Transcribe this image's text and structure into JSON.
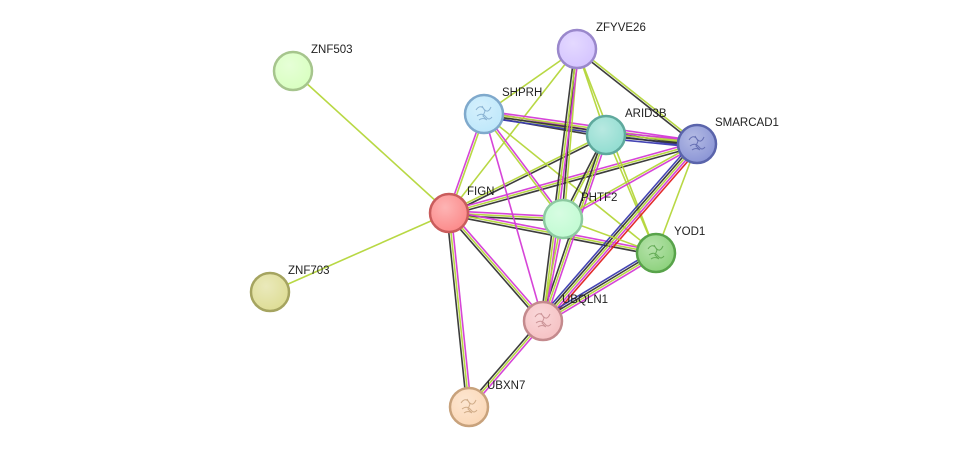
{
  "nodes": [
    {
      "id": "ZNF503",
      "label": "ZNF503",
      "fill": "#d9ffc1",
      "stroke": "#a6c58d",
      "glyph": ""
    },
    {
      "id": "ZFYVE26",
      "label": "ZFYVE26",
      "fill": "#d5c5ff",
      "stroke": "#9a88cc",
      "glyph": ""
    },
    {
      "id": "SHPRH",
      "label": "SHPRH",
      "fill": "#bfe8fb",
      "stroke": "#7fa9cc",
      "glyph": "protein-structure-icon"
    },
    {
      "id": "ARID3B",
      "label": "ARID3B",
      "fill": "#92ddd1",
      "stroke": "#5fa99d",
      "glyph": ""
    },
    {
      "id": "SMARCAD1",
      "label": "SMARCAD1",
      "fill": "#8c96d6",
      "stroke": "#5a64ab",
      "glyph": "protein-structure-icon"
    },
    {
      "id": "FIGN",
      "label": "FIGN",
      "fill": "#fc8b8b",
      "stroke": "#c95c5c",
      "glyph": ""
    },
    {
      "id": "PHTF2",
      "label": "PHTF2",
      "fill": "#c2fbd3",
      "stroke": "#8ccaa0",
      "glyph": ""
    },
    {
      "id": "YOD1",
      "label": "YOD1",
      "fill": "#8ed27e",
      "stroke": "#58a34a",
      "glyph": "protein-structure-icon"
    },
    {
      "id": "ZNF703",
      "label": "ZNF703",
      "fill": "#dedd96",
      "stroke": "#a5a460",
      "glyph": ""
    },
    {
      "id": "UBQLN1",
      "label": "UBQLN1",
      "fill": "#f6c2c4",
      "stroke": "#c48a8d",
      "glyph": "protein-structure-icon"
    },
    {
      "id": "UBXN7",
      "label": "UBXN7",
      "fill": "#fbd8b8",
      "stroke": "#c8a27c",
      "glyph": "protein-structure-icon"
    }
  ],
  "edge_colors": {
    "experiments": "#d43bd6",
    "databases": "#3bc4cf",
    "textmining": "#b4d63a",
    "coexpression": "#333333",
    "fusion": "#e02020",
    "homology": "#3b3bb0"
  },
  "edges": [
    {
      "source": "ZNF503",
      "target": "FIGN",
      "evidence": [
        "textmining"
      ]
    },
    {
      "source": "ZNF703",
      "target": "FIGN",
      "evidence": [
        "textmining"
      ]
    },
    {
      "source": "FIGN",
      "target": "SHPRH",
      "evidence": [
        "experiments",
        "textmining"
      ]
    },
    {
      "source": "FIGN",
      "target": "ZFYVE26",
      "evidence": [
        "textmining"
      ]
    },
    {
      "source": "FIGN",
      "target": "ARID3B",
      "evidence": [
        "textmining",
        "coexpression"
      ]
    },
    {
      "source": "FIGN",
      "target": "SMARCAD1",
      "evidence": [
        "experiments",
        "textmining",
        "coexpression"
      ]
    },
    {
      "source": "FIGN",
      "target": "PHTF2",
      "evidence": [
        "experiments",
        "textmining",
        "coexpression"
      ]
    },
    {
      "source": "FIGN",
      "target": "YOD1",
      "evidence": [
        "experiments",
        "textmining",
        "coexpression"
      ]
    },
    {
      "source": "FIGN",
      "target": "UBQLN1",
      "evidence": [
        "experiments",
        "textmining",
        "coexpression"
      ]
    },
    {
      "source": "FIGN",
      "target": "UBXN7",
      "evidence": [
        "experiments",
        "textmining",
        "coexpression"
      ]
    },
    {
      "source": "SHPRH",
      "target": "ZFYVE26",
      "evidence": [
        "textmining"
      ]
    },
    {
      "source": "SHPRH",
      "target": "ARID3B",
      "evidence": [
        "experiments",
        "textmining",
        "coexpression"
      ]
    },
    {
      "source": "SHPRH",
      "target": "SMARCAD1",
      "evidence": [
        "experiments",
        "textmining",
        "coexpression",
        "homology"
      ]
    },
    {
      "source": "SHPRH",
      "target": "PHTF2",
      "evidence": [
        "experiments",
        "textmining"
      ]
    },
    {
      "source": "SHPRH",
      "target": "UBQLN1",
      "evidence": [
        "experiments"
      ]
    },
    {
      "source": "SHPRH",
      "target": "YOD1",
      "evidence": [
        "textmining"
      ]
    },
    {
      "source": "ZFYVE26",
      "target": "ARID3B",
      "evidence": [
        "textmining"
      ]
    },
    {
      "source": "ZFYVE26",
      "target": "SMARCAD1",
      "evidence": [
        "textmining",
        "coexpression"
      ]
    },
    {
      "source": "ZFYVE26",
      "target": "PHTF2",
      "evidence": [
        "textmining",
        "coexpression"
      ]
    },
    {
      "source": "ZFYVE26",
      "target": "YOD1",
      "evidence": [
        "textmining"
      ]
    },
    {
      "source": "ZFYVE26",
      "target": "UBQLN1",
      "evidence": [
        "experiments",
        "textmining",
        "coexpression"
      ]
    },
    {
      "source": "ARID3B",
      "target": "SMARCAD1",
      "evidence": [
        "experiments",
        "textmining",
        "coexpression",
        "homology"
      ]
    },
    {
      "source": "ARID3B",
      "target": "PHTF2",
      "evidence": [
        "textmining",
        "coexpression"
      ]
    },
    {
      "source": "ARID3B",
      "target": "YOD1",
      "evidence": [
        "textmining"
      ]
    },
    {
      "source": "ARID3B",
      "target": "UBQLN1",
      "evidence": [
        "experiments",
        "textmining",
        "coexpression"
      ]
    },
    {
      "source": "SMARCAD1",
      "target": "PHTF2",
      "evidence": [
        "experiments",
        "textmining"
      ]
    },
    {
      "source": "SMARCAD1",
      "target": "YOD1",
      "evidence": [
        "textmining"
      ]
    },
    {
      "source": "SMARCAD1",
      "target": "UBQLN1",
      "evidence": [
        "fusion",
        "experiments",
        "textmining",
        "coexpression",
        "homology"
      ]
    },
    {
      "source": "PHTF2",
      "target": "YOD1",
      "evidence": [
        "textmining"
      ]
    },
    {
      "source": "PHTF2",
      "target": "UBQLN1",
      "evidence": [
        "experiments",
        "textmining"
      ]
    },
    {
      "source": "YOD1",
      "target": "UBQLN1",
      "evidence": [
        "experiments",
        "textmining",
        "coexpression",
        "homology"
      ]
    },
    {
      "source": "UBQLN1",
      "target": "UBXN7",
      "evidence": [
        "experiments",
        "textmining",
        "coexpression"
      ]
    }
  ]
}
